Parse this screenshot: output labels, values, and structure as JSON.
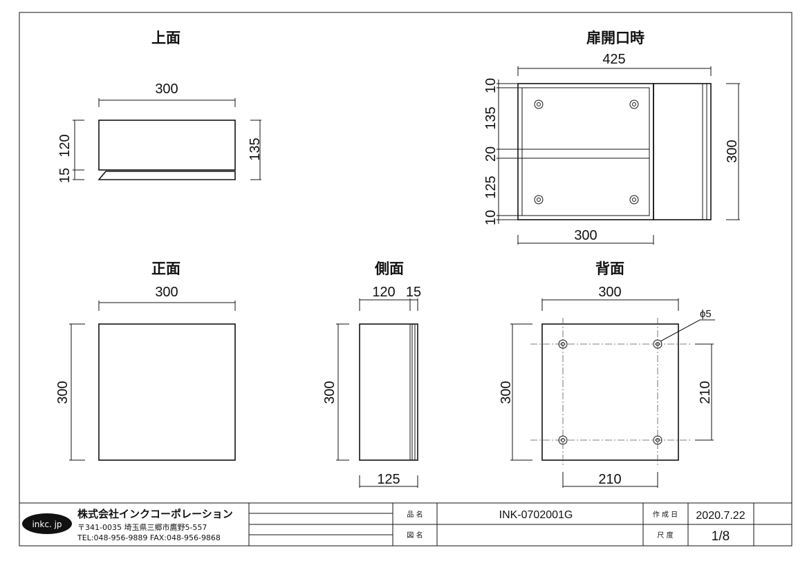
{
  "views": {
    "top": {
      "title": "上面",
      "dim_width": "300",
      "dim_depth_body": "120",
      "dim_depth_door": "15",
      "dim_depth_total": "135"
    },
    "door_open": {
      "title": "扉開口時",
      "dim_total_width": "425",
      "dim_body_width": "300",
      "dim_height": "300",
      "dim_top_margin": "10",
      "dim_upper": "135",
      "dim_shelf": "20",
      "dim_lower": "125",
      "dim_bottom_margin": "10"
    },
    "front": {
      "title": "正面",
      "dim_width": "300",
      "dim_height": "300"
    },
    "side": {
      "title": "側面",
      "dim_body": "120",
      "dim_door": "15",
      "dim_height": "300",
      "dim_bottom": "125"
    },
    "back": {
      "title": "背面",
      "dim_width": "300",
      "dim_height": "300",
      "dim_hole_pitch_v": "210",
      "dim_hole_pitch_h": "210",
      "hole_label": "ϕ5"
    }
  },
  "title_block": {
    "logo": "inkc. jp",
    "company": "株式会社インクコーポレーション",
    "address": "〒341-0035 埼玉県三郷市鷹野5-557",
    "contact": "TEL:048-956-9889  FAX:048-956-9868",
    "product_label": "品 名",
    "product_value": "INK-0702001G",
    "drawing_label": "図 名",
    "drawing_value": "",
    "date_label": "作 成 日",
    "date_value": "2020.7.22",
    "scale_label": "尺 度",
    "scale_value": "1/8"
  }
}
